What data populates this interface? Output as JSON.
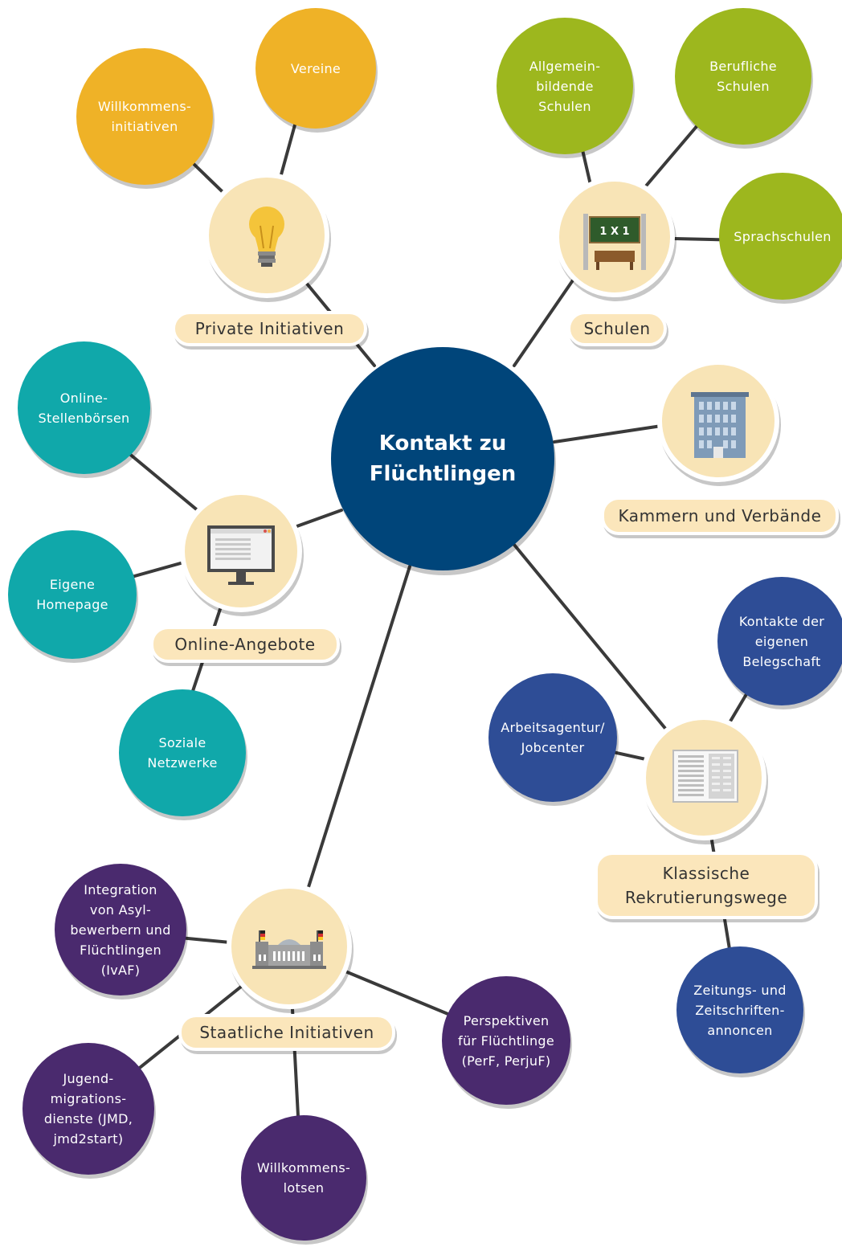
{
  "center": {
    "title": "Kontakt zu\nFlüchtlingen"
  },
  "groups": {
    "private": {
      "label": "Private Initiativen",
      "items": [
        "Willkommens-\ninitiativen",
        "Vereine"
      ]
    },
    "schulen": {
      "label": "Schulen",
      "board_text": "1 X 1",
      "items": [
        "Allgemein-\nbildende\nSchulen",
        "Berufliche\nSchulen",
        "Sprachschulen"
      ]
    },
    "kammern": {
      "label": "Kammern und Verbände"
    },
    "online": {
      "label": "Online-Angebote",
      "items": [
        "Online-\nStellenbörsen",
        "Eigene\nHomepage",
        "Soziale\nNetzwerke"
      ]
    },
    "klassisch": {
      "label": "Klassische\nRekrutierungswege",
      "items": [
        "Kontakte der\neigenen\nBelegschaft",
        "Arbeitsagentur/\nJobcenter",
        "Zeitungs- und\nZeitschriften-\nannoncen"
      ]
    },
    "staatlich": {
      "label": "Staatliche Initiativen",
      "items": [
        "Integration\nvon Asyl-\nbewerbern und\nFlüchtlingen\n(IvAF)",
        "Perspektiven\nfür Flüchtlinge\n(PerF, PerjuF)",
        "Jugend-\nmigrations-\ndienste (JMD,\njmd2start)",
        "Willkommens-\nlotsen"
      ]
    }
  },
  "colors": {
    "center": "#00457A",
    "private": "#EFB227",
    "schulen": "#9DB71E",
    "online": "#10A8AA",
    "klassisch": "#2E4D96",
    "staatlich": "#4A2A6E",
    "hub": "#F8E4B6",
    "connector": "#3A3A3A"
  },
  "icons": {
    "private": "light-bulb-icon",
    "schulen": "blackboard-icon",
    "kammern": "office-building-icon",
    "online": "computer-monitor-icon",
    "klassisch": "newspaper-icon",
    "staatlich": "parliament-building-icon"
  }
}
